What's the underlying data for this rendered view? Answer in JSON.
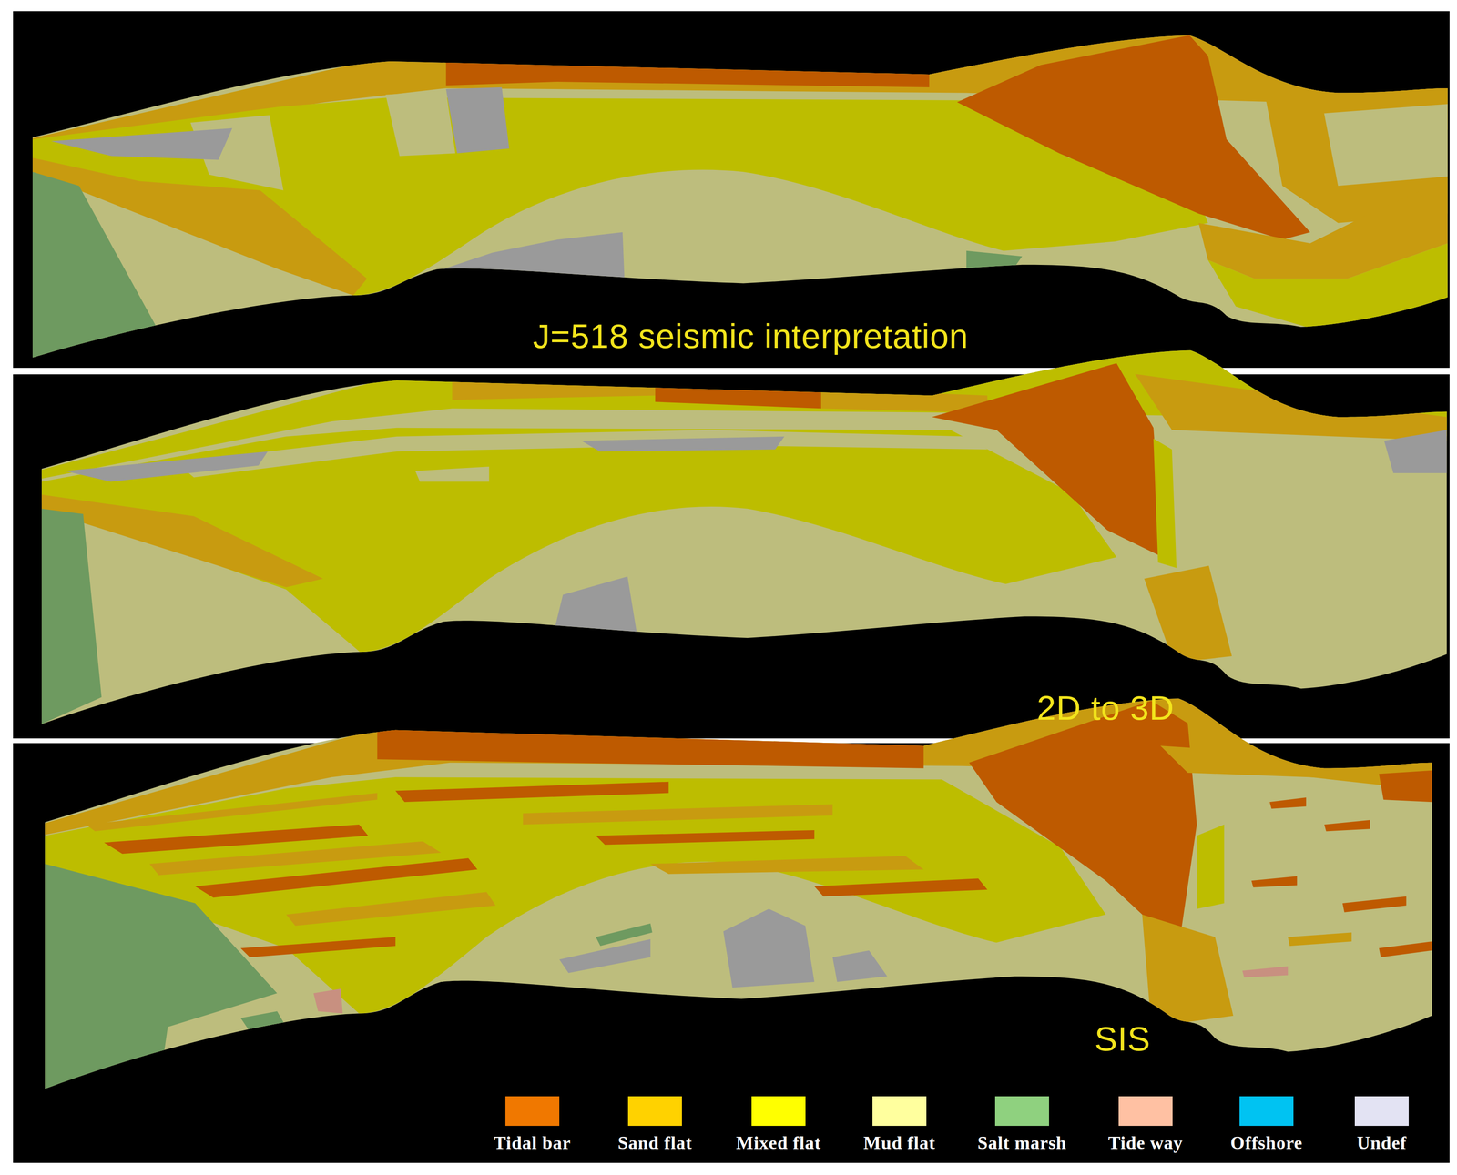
{
  "diagram": {
    "labels": [
      "J=518 seismic interpretation",
      "2D to 3D",
      "SIS"
    ],
    "legend": [
      {
        "text": "Tidal bar",
        "color": "#F07800"
      },
      {
        "text": "Sand flat",
        "color": "#FFD200"
      },
      {
        "text": "Mixed flat",
        "color": "#FFFF00"
      },
      {
        "text": "Mud flat",
        "color": "#FFFF9E"
      },
      {
        "text": "Salt marsh",
        "color": "#8FD17F"
      },
      {
        "text": "Tide way",
        "color": "#FFC1A3"
      },
      {
        "text": "Offshore",
        "color": "#00C3F2"
      },
      {
        "text": "Undef",
        "color": "#E3E3F3"
      }
    ]
  }
}
